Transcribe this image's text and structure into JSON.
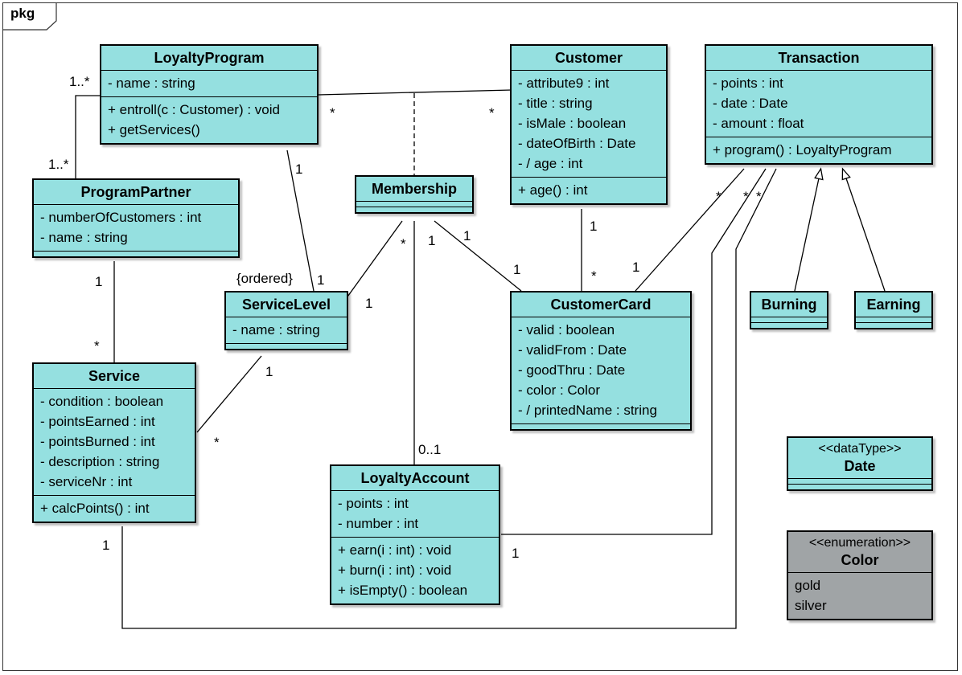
{
  "package": {
    "label": "pkg"
  },
  "classes": {
    "loyaltyProgram": {
      "name": "LoyaltyProgram",
      "attributes": [
        "- name : string"
      ],
      "operations": [
        "+ entroll(c : Customer) : void",
        "+ getServices()"
      ]
    },
    "customer": {
      "name": "Customer",
      "attributes": [
        "- attribute9 : int",
        "- title : string",
        "- isMale : boolean",
        "- dateOfBirth : Date",
        "- / age : int"
      ],
      "operations": [
        "+ age() : int"
      ]
    },
    "transaction": {
      "name": "Transaction",
      "attributes": [
        "- points : int",
        "- date : Date",
        "- amount : float"
      ],
      "operations": [
        "+ program() : LoyaltyProgram"
      ]
    },
    "programPartner": {
      "name": "ProgramPartner",
      "attributes": [
        "- numberOfCustomers : int",
        "- name : string"
      ],
      "operations": []
    },
    "membership": {
      "name": "Membership",
      "attributes": [],
      "operations": []
    },
    "serviceLevel": {
      "name": "ServiceLevel",
      "attributes": [
        "- name : string"
      ],
      "operations": []
    },
    "customerCard": {
      "name": "CustomerCard",
      "attributes": [
        "- valid : boolean",
        "- validFrom : Date",
        "- goodThru : Date",
        "- color : Color",
        "- / printedName : string"
      ],
      "operations": []
    },
    "burning": {
      "name": "Burning",
      "attributes": [],
      "operations": []
    },
    "earning": {
      "name": "Earning",
      "attributes": [],
      "operations": []
    },
    "service": {
      "name": "Service",
      "attributes": [
        "- condition : boolean",
        "- pointsEarned : int",
        "- pointsBurned : int",
        "- description : string",
        "- serviceNr : int"
      ],
      "operations": [
        "+ calcPoints() : int"
      ]
    },
    "loyaltyAccount": {
      "name": "LoyaltyAccount",
      "attributes": [
        "- points : int",
        "- number : int"
      ],
      "operations": [
        "+ earn(i : int) : void",
        "+ burn(i : int) : void",
        "+ isEmpty() : boolean"
      ]
    },
    "date": {
      "stereotype": "<<dataType>>",
      "name": "Date",
      "attributes": [],
      "operations": []
    },
    "color": {
      "stereotype": "<<enumeration>>",
      "name": "Color",
      "literals": [
        "gold",
        "silver"
      ]
    }
  },
  "multiplicities": {
    "lp_pp_top": "1..*",
    "lp_pp_bottom": "1..*",
    "lp_cust_left": "*",
    "lp_cust_right": "*",
    "lp_sl": "1",
    "sl_ordered": "{ordered}",
    "sl_lp_end": "1",
    "ms_sl_top": "*",
    "ms_sl_end": "1",
    "ms_la": "1",
    "ms_cc_top": "1",
    "ms_cc_end": "1",
    "cust_cc_top": "1",
    "cust_cc_end": "*",
    "tx_cc_top": "*",
    "tx_cc_end": "1",
    "tx_la_top": "*",
    "tx_srv_top": "*",
    "pp_srv_top": "1",
    "pp_srv_end": "*",
    "sl_srv_top": "1",
    "sl_srv_end": "*",
    "la_end": "0..1",
    "la_tx_end": "1",
    "srv_tx_end": "1"
  },
  "colors": {
    "class_fill": "#95e0e0",
    "enum_fill": "#a0a4a6",
    "line": "#000000"
  }
}
